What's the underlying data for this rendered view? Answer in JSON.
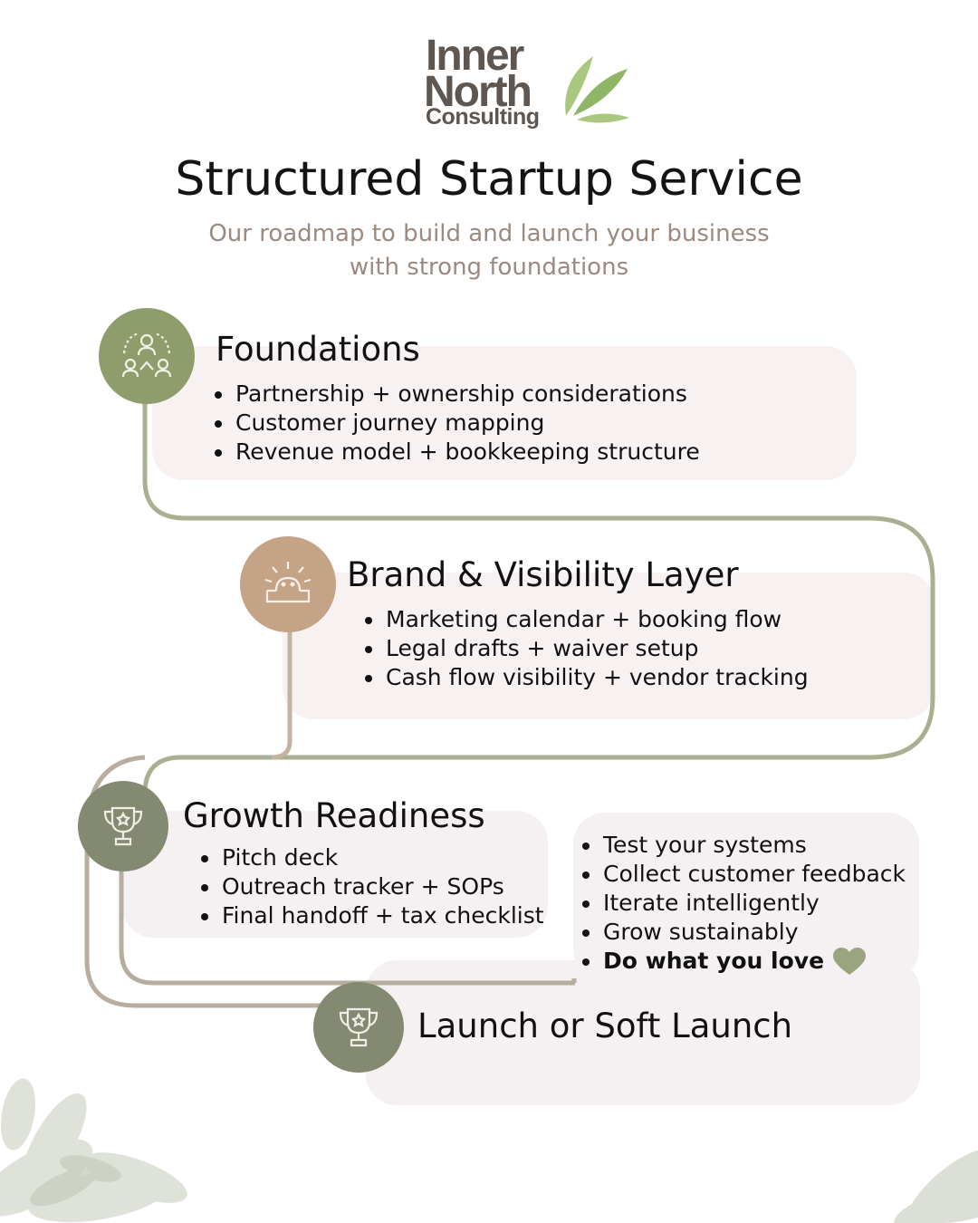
{
  "logo": {
    "line1": "Inner",
    "line2": "North",
    "line3": "Consulting"
  },
  "title": "Structured Startup Service",
  "subtitle": [
    "Our roadmap to build and launch your business",
    "with strong foundations"
  ],
  "stages": [
    {
      "title": "Foundations",
      "icon": "team-network-icon",
      "items": [
        "Partnership + ownership considerations",
        "Customer journey mapping",
        "Revenue model + bookkeeping structure"
      ]
    },
    {
      "title": "Brand & Visibility Layer",
      "icon": "sunrise-icon",
      "items": [
        "Marketing calendar + booking flow",
        "Legal drafts + waiver setup",
        "Cash flow visibility + vendor tracking"
      ]
    },
    {
      "title": "Growth Readiness",
      "icon": "trophy-icon",
      "items": [
        "Pitch deck",
        "Outreach tracker + SOPs",
        "Final handoff + tax checklist"
      ]
    },
    {
      "title": "Launch or Soft Launch",
      "icon": "trophy-icon",
      "items": []
    }
  ],
  "launch_checklist": [
    "Test your systems",
    "Collect customer feedback",
    "Iterate intelligently",
    "Grow sustainably",
    "Do what you love"
  ],
  "colors": {
    "green": "#8f9d6c",
    "tan": "#c4a387",
    "olive": "#848972",
    "path_green": "#9aa57f",
    "path_tan": "#c2b3a3",
    "subtitle": "#9a8a82"
  }
}
